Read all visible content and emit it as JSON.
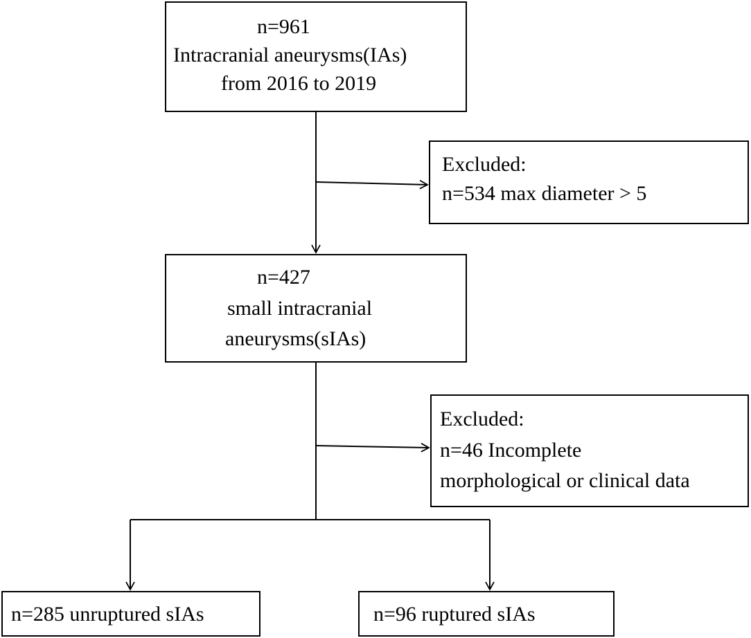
{
  "boxes": {
    "total": {
      "count": "n=961",
      "line1": "Intracranial aneurysms(IAs)",
      "line2": "from 2016 to 2019"
    },
    "excluded_size": {
      "heading": "Excluded:",
      "detail": "n=534 max diameter > 5"
    },
    "small": {
      "count": "n=427",
      "line1": "small intracranial",
      "line2": "aneurysms(sIAs)"
    },
    "excluded_data": {
      "heading": "Excluded:",
      "line1": "n=46 Incomplete",
      "line2": "morphological or clinical data"
    },
    "unruptured": {
      "label": "n=285 unruptured sIAs"
    },
    "ruptured": {
      "label": "n=96 ruptured sIAs"
    }
  }
}
